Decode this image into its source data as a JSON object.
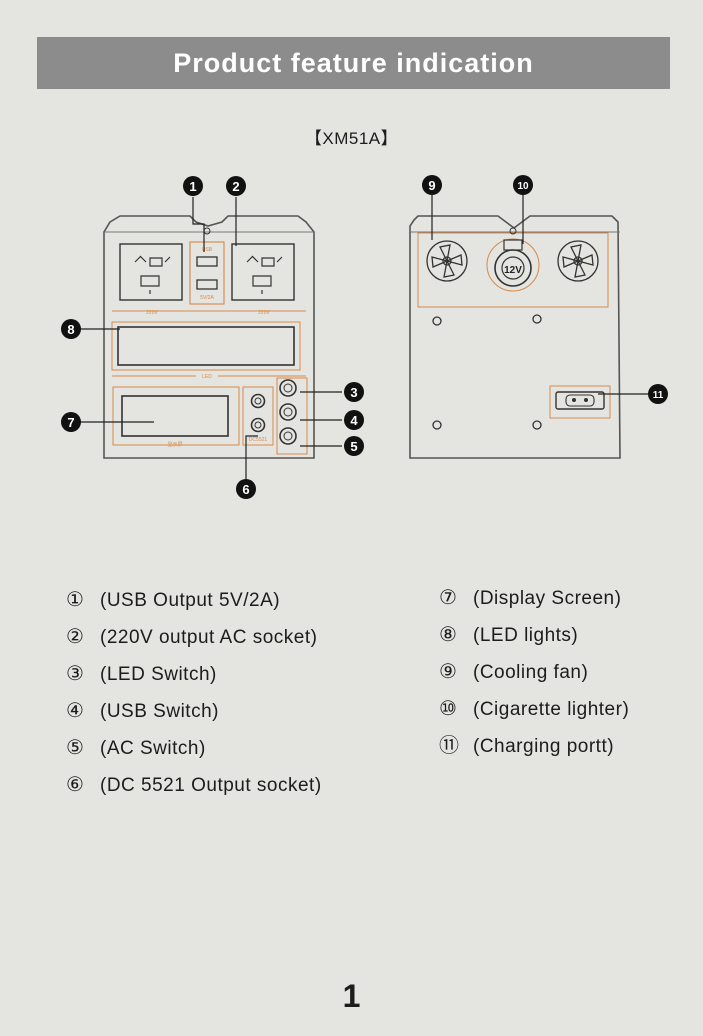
{
  "header": {
    "title": "Product feature indication"
  },
  "model": "【XM51A】",
  "callouts": [
    "1",
    "2",
    "3",
    "4",
    "5",
    "6",
    "7",
    "8",
    "9",
    "10",
    "11"
  ],
  "panel_labels": {
    "usb_top": "5V/2A",
    "usb_box": "USB",
    "v220_left": "220V",
    "v220_right": "220V",
    "led": "LED",
    "screen": "显示屏",
    "dc_output": "DC5521",
    "lighter": "12V"
  },
  "legend_left": [
    {
      "num": "①",
      "label": "(USB Output  5V/2A)"
    },
    {
      "num": "②",
      "label": "(220V output AC socket)"
    },
    {
      "num": "③",
      "label": "(LED Switch)"
    },
    {
      "num": "④",
      "label": "(USB Switch)"
    },
    {
      "num": "⑤",
      "label": "(AC Switch)"
    },
    {
      "num": "⑥",
      "label": "(DC 5521 Output  socket)"
    }
  ],
  "legend_right": [
    {
      "num": "⑦",
      "label": "(Display Screen)"
    },
    {
      "num": "⑧",
      "label": "(LED lights)"
    },
    {
      "num": "⑨",
      "label": "(Cooling fan)"
    },
    {
      "num": "⑩",
      "label": "(Cigarette lighter)"
    },
    {
      "num": "⑪",
      "label": "(Charging portt)"
    }
  ],
  "page_number": "1",
  "colors": {
    "header_bg": "#8c8c8c",
    "accent_orange": "#d68a4a",
    "outline": "#555555"
  }
}
